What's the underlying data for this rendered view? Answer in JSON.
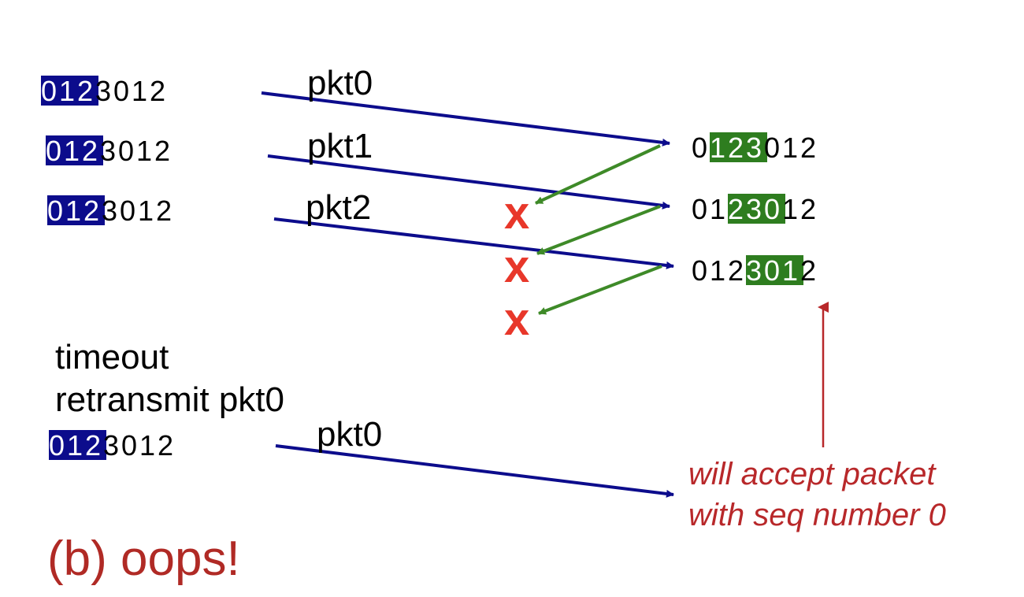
{
  "sender_windows": [
    {
      "digits": [
        "0",
        "1",
        "2",
        "3",
        "0",
        "1",
        "2"
      ],
      "window": [
        0,
        3
      ]
    },
    {
      "digits": [
        "0",
        "1",
        "2",
        "3",
        "0",
        "1",
        "2"
      ],
      "window": [
        0,
        3
      ]
    },
    {
      "digits": [
        "0",
        "1",
        "2",
        "3",
        "0",
        "1",
        "2"
      ],
      "window": [
        0,
        3
      ]
    },
    {
      "digits": [
        "0",
        "1",
        "2",
        "3",
        "0",
        "1",
        "2"
      ],
      "window": [
        0,
        3
      ]
    }
  ],
  "receiver_windows": [
    {
      "digits": [
        "0",
        "1",
        "2",
        "3",
        "0",
        "1",
        "2"
      ],
      "window": [
        1,
        4
      ]
    },
    {
      "digits": [
        "0",
        "1",
        "2",
        "3",
        "0",
        "1",
        "2"
      ],
      "window": [
        2,
        5
      ]
    },
    {
      "digits": [
        "0",
        "1",
        "2",
        "3",
        "0",
        "1",
        "2"
      ],
      "window": [
        3,
        6
      ]
    }
  ],
  "packet_labels": [
    "pkt0",
    "pkt1",
    "pkt2",
    "pkt0"
  ],
  "lost_ack_marks": [
    "x",
    "x",
    "x"
  ],
  "timeout_label": "timeout",
  "retransmit_label": "retransmit pkt0",
  "note_lines": [
    "will accept packet",
    "with seq number 0"
  ],
  "caption": "(b) oops!",
  "colors": {
    "sender_window": "#0c0c8c",
    "receiver_window": "#2e7d1f",
    "data_arrow": "#0c0c8c",
    "ack_arrow": "#3e8a28",
    "loss_mark": "#e8372a",
    "note": "#b8282a",
    "caption": "#b02a25"
  }
}
